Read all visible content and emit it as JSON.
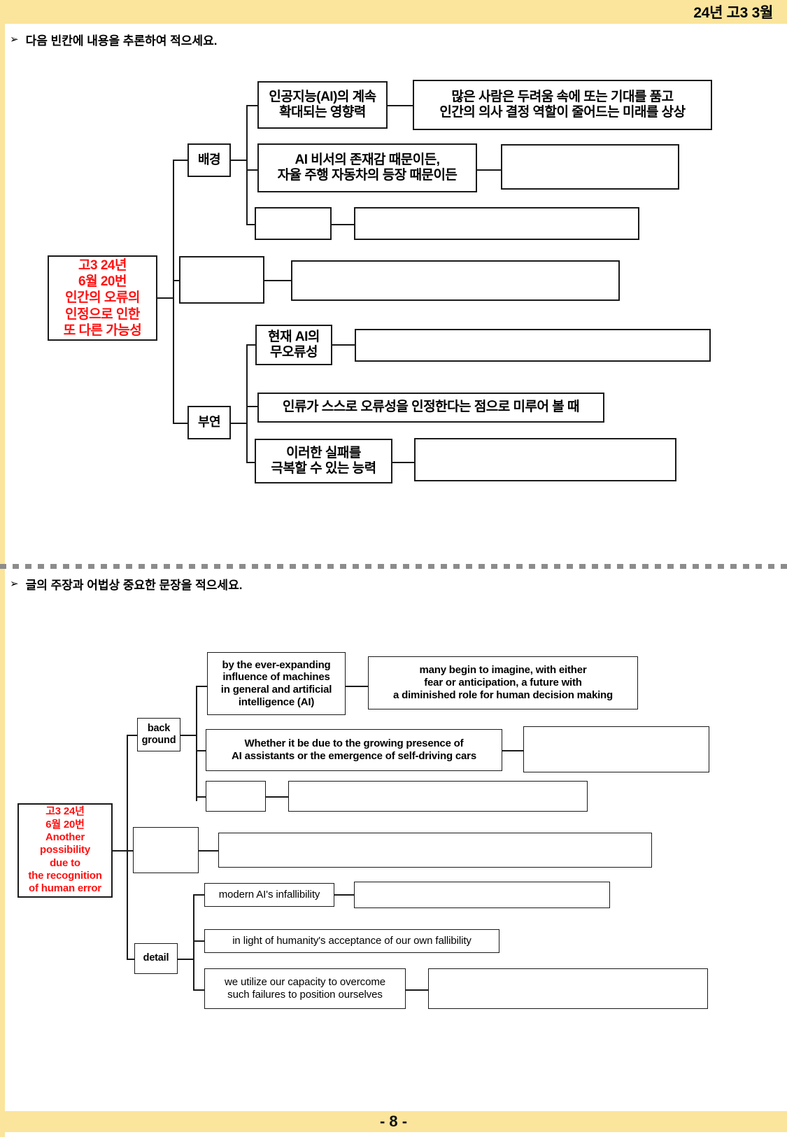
{
  "header": {
    "title": "24년 고3 3월"
  },
  "footer": {
    "page_label": "- 8 -"
  },
  "sections": [
    {
      "bullet": "➢",
      "prompt": "다음 빈칸에 내용을 추론하여 적으세요."
    },
    {
      "bullet": "➢",
      "prompt": "글의 주장과 어법상 중요한 문장을 적으세요."
    }
  ],
  "diagram_korean": {
    "root": "고3 24년\n6월 20번\n인간의 오류의\n인정으로 인한\n또 다른 가능성",
    "branches": [
      {
        "label": "배경",
        "rows": [
          {
            "left": "인공지능(AI)의 계속\n확대되는 영향력",
            "right": "많은 사람은 두려움 속에 또는 기대를 품고\n인간의 의사 결정 역할이 줄어드는 미래를 상상"
          },
          {
            "left": "AI 비서의 존재감 때문이든,\n자율 주행 자동차의 등장 때문이든",
            "right": ""
          },
          {
            "left": "",
            "right": ""
          }
        ]
      },
      {
        "label": "",
        "rows": [
          {
            "left": "",
            "right": ""
          }
        ]
      },
      {
        "label": "부연",
        "rows": [
          {
            "left": "현재 AI의\n무오류성",
            "right": ""
          },
          {
            "left": "인류가 스스로 오류성을 인정한다는 점으로 미루어 볼 때",
            "right": null
          },
          {
            "left": "이러한 실패를\n극복할 수 있는 능력",
            "right": ""
          }
        ]
      }
    ]
  },
  "diagram_english": {
    "root": "고3 24년\n6월 20번\nAnother\npossibility\ndue to\nthe recognition\nof human error",
    "branches": [
      {
        "label": "back\nground",
        "rows": [
          {
            "left": "by the ever-expanding\ninfluence of machines\nin general and artificial\nintelligence (AI)",
            "right": "many begin to imagine, with either\nfear or anticipation, a future with\na diminished role for human decision making"
          },
          {
            "left": "Whether it be due to the growing presence of\nAI assistants or the emergence of self-driving cars",
            "right": ""
          },
          {
            "left": "",
            "right": ""
          }
        ]
      },
      {
        "label": "",
        "rows": [
          {
            "left": "",
            "right": ""
          }
        ]
      },
      {
        "label": "detail",
        "rows": [
          {
            "left": "modern AI's infallibility",
            "right": ""
          },
          {
            "left": "in light of humanity's acceptance of our own fallibility",
            "right": null
          },
          {
            "left": "we utilize our capacity to overcome\nsuch failures to position ourselves",
            "right": ""
          }
        ]
      }
    ]
  }
}
